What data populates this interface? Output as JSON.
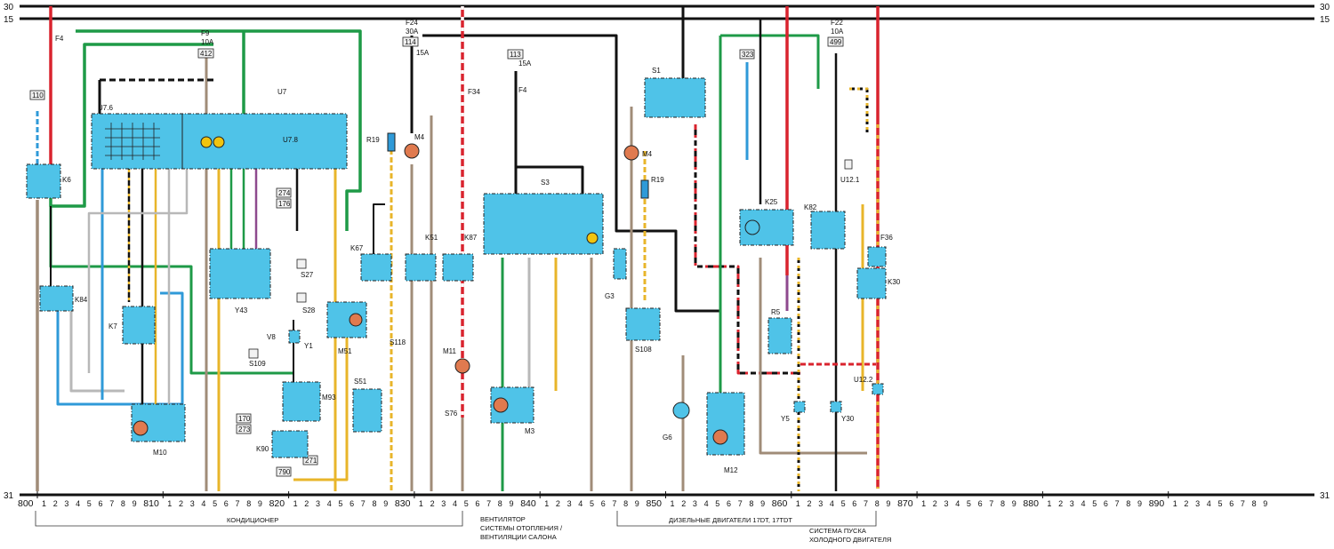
{
  "rails": {
    "r30_left": "30",
    "r30_right": "30",
    "r15_left": "15",
    "r15_right": "15",
    "r31_left": "31",
    "r31_right": "31"
  },
  "fuses": {
    "f4": "F4",
    "f9": "F9",
    "f9_rating": "10A",
    "f9_code": "412",
    "f24": "F24",
    "f24_rating": "30A",
    "f24_code": "114",
    "f24_amp": "15A",
    "f34": "F34",
    "f4b": "F4",
    "f4b_code": "113",
    "f4b_amp": "15A",
    "f22": "F22",
    "f22_rating": "10A",
    "f22_code": "499",
    "f36": "F36"
  },
  "codes": {
    "c110": "110",
    "c274": "274",
    "c176": "176",
    "c170": "170",
    "c273": "273",
    "c323": "323",
    "c271": "271",
    "c790": "790"
  },
  "components": {
    "u7": "U7",
    "u76": "U7.6",
    "u78": "U7.8",
    "k6": "K6",
    "k84": "K84",
    "k7": "K7",
    "m10": "M10",
    "y43": "Y43",
    "s27": "S27",
    "s28": "S28",
    "s109": "S109",
    "v8": "V8",
    "y1": "Y1",
    "m93": "M93",
    "k90": "K90",
    "k67": "K67",
    "m51": "M51",
    "s51": "S51",
    "r19": "R19",
    "m4": "M4",
    "k51": "K51",
    "k87": "K87",
    "s118": "S118",
    "m11": "M11",
    "s76": "S76",
    "s3": "S3",
    "m3": "M3",
    "g3": "G3",
    "s1": "S1",
    "m4b": "M4",
    "r19b": "R19",
    "s108": "S108",
    "g6": "G6",
    "m12": "M12",
    "k25": "K25",
    "k82": "K82",
    "r5": "R5",
    "y5": "Y5",
    "y30": "Y30",
    "u121": "U12.1",
    "u122": "U12.2",
    "k30": "K30"
  },
  "scale": {
    "major": [
      "800",
      "810",
      "820",
      "830",
      "840",
      "850",
      "860",
      "870",
      "880",
      "890"
    ],
    "minor": [
      "1",
      "2",
      "3",
      "4",
      "5",
      "6",
      "7",
      "8",
      "9"
    ]
  },
  "sections": {
    "ac": "КОНДИЦИОНЕР",
    "fan_1": "ВЕНТИЛЯТОР",
    "fan_2": "СИСТЕМЫ ОТОПЛЕНИЯ /",
    "fan_3": "ВЕНТИЛЯЦИИ САЛОНА",
    "diesel": "ДИЗЕЛЬНЫЕ ДВИГАТЕЛИ 17DT, 17TDT",
    "cold_1": "СИСТЕМА ПУСКА",
    "cold_2": "ХОЛОДНОГО ДВИГАТЕЛЯ"
  },
  "colors": {
    "red": "#d9232e",
    "green": "#1e9a47",
    "blue": "#2f9ad8",
    "brown": "#a08c78",
    "black": "#111111",
    "yellow": "#e8b52a",
    "grey": "#b8b8b8",
    "violet": "#8e4a8e",
    "component": "#4fc3e8",
    "motor": "#e07a4f"
  }
}
